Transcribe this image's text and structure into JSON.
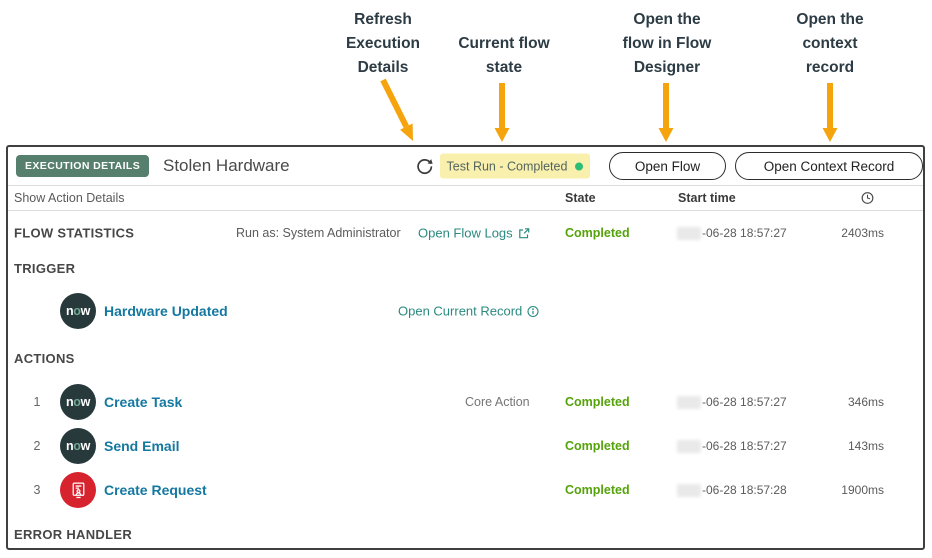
{
  "callouts": [
    {
      "lines": [
        "Refresh",
        "Execution",
        "Details"
      ]
    },
    {
      "lines": [
        "Current flow",
        "state"
      ]
    },
    {
      "lines": [
        "Open the",
        "flow in Flow",
        "Designer"
      ]
    },
    {
      "lines": [
        "Open the",
        "context",
        "record"
      ]
    }
  ],
  "header": {
    "badge": "EXECUTION DETAILS",
    "title": "Stolen Hardware",
    "state_badge": "Test Run - Completed",
    "open_flow_button": "Open Flow",
    "open_context_button": "Open Context Record"
  },
  "columns": {
    "show_action_details": "Show Action Details",
    "state": "State",
    "start_time": "Start time"
  },
  "flow_statistics": {
    "label": "FLOW STATISTICS",
    "run_as": "Run as: System Administrator",
    "open_flow_logs": "Open Flow Logs",
    "state": "Completed",
    "start_time": "-06-28 18:57:27",
    "duration": "2403ms"
  },
  "trigger": {
    "label": "TRIGGER",
    "name": "Hardware Updated",
    "open_current_record": "Open Current Record"
  },
  "actions": {
    "label": "ACTIONS",
    "rows": [
      {
        "num": "1",
        "name": "Create Task",
        "meta": "Core Action",
        "state": "Completed",
        "start_time": "-06-28 18:57:27",
        "duration": "346ms",
        "icon": "now-logo"
      },
      {
        "num": "2",
        "name": "Send Email",
        "meta": "",
        "state": "Completed",
        "start_time": "-06-28 18:57:27",
        "duration": "143ms",
        "icon": "now-logo"
      },
      {
        "num": "3",
        "name": "Create Request",
        "meta": "",
        "state": "Completed",
        "start_time": "-06-28 18:57:28",
        "duration": "1900ms",
        "icon": "catalog-request"
      }
    ]
  },
  "error_handler": {
    "label": "ERROR HANDLER"
  },
  "now_logo": {
    "l1": "n",
    "l2": "o",
    "l3": "w"
  },
  "icons": {
    "refresh": "refresh-icon",
    "clock": "clock-icon",
    "external_link": "external-link-icon",
    "info": "info-icon",
    "now": "now-logo-icon",
    "catalog_request": "catalog-request-icon",
    "arrow": "amber-callout-arrow"
  },
  "colors": {
    "arrow_amber": "#F6A40E",
    "callout_text": "#2C3B44",
    "badge_green_bg": "#567F6D",
    "state_badge_bg": "#F9F0AE",
    "state_badge_text": "#53655F",
    "state_dot_green": "#2EBD76",
    "link_blue": "#1478A0",
    "link_teal": "#2B8A80",
    "completed_green": "#55A30A",
    "now_circle": "#28393C",
    "now_o": "#6FA893",
    "request_red": "#D7232E",
    "panel_border": "#404040",
    "border_gray": "#DCDCDC"
  }
}
